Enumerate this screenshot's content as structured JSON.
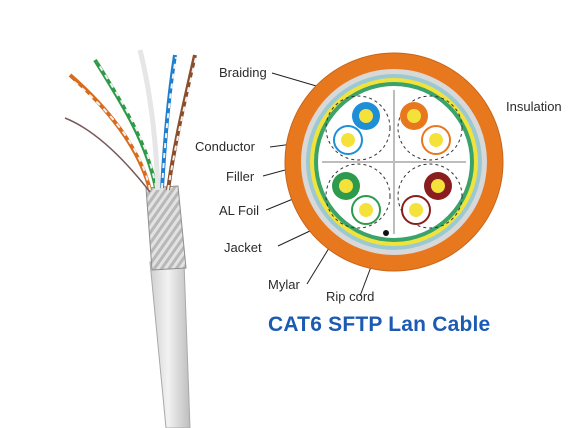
{
  "labels": {
    "braiding": "Braiding",
    "insulation": "Insulation",
    "conductor": "Conductor",
    "filler": "Filler",
    "al_foil": "AL Foil",
    "jacket": "Jacket",
    "mylar": "Mylar",
    "rip_cord": "Rip cord"
  },
  "caption": "CAT6  SFTP Lan Cable",
  "colors": {
    "jacket": "#e8781e",
    "braiding": "#c9c9c9",
    "foil_yellow": "#f2e33a",
    "foil_green": "#39a36a",
    "pair_blue": "#1e8fd6",
    "pair_orange": "#e8781e",
    "pair_green": "#2e9a4e",
    "pair_brown": "#8a1e1e",
    "conductor": "#f4e23a",
    "caption": "#1d5bb3"
  },
  "icons": [
    "cable-photo",
    "cable-cross-section"
  ]
}
